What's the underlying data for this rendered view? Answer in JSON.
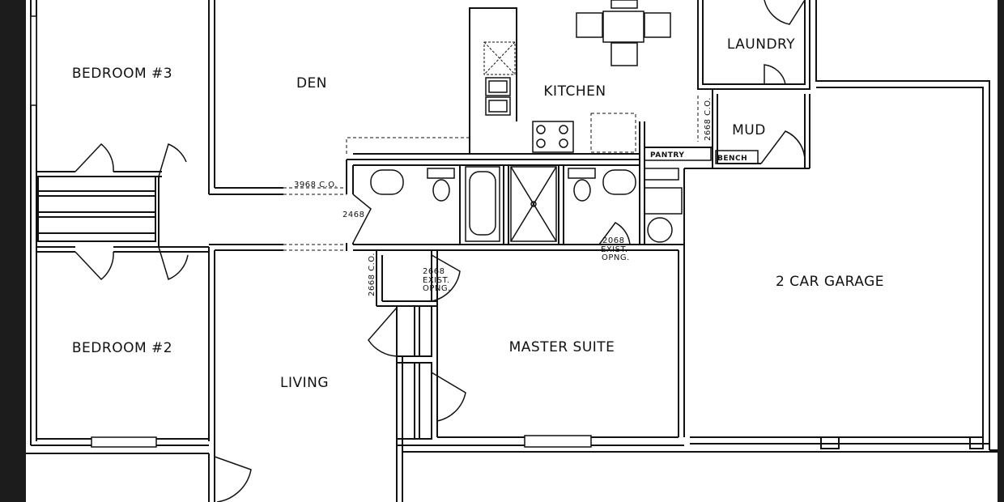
{
  "colors": {
    "frame": "#1c1c1c",
    "paper": "#ffffff",
    "line": "#111111"
  },
  "rooms": {
    "bedroom3": "BEDROOM #3",
    "den": "DEN",
    "kitchen": "KITCHEN",
    "laundry": "LAUNDRY",
    "mud": "MUD",
    "pantry": "PANTRY",
    "bench": "BENCH",
    "bedroom2": "BEDROOM #2",
    "living": "LIVING",
    "master_suite": "MASTER SUITE",
    "garage": "2 CAR GARAGE"
  },
  "openings": {
    "den_cased_opening": "3968 C.O.",
    "hall_door": "2468",
    "hall_cased_opening": "2668 C.O.",
    "mud_cased_opening": "2668 C.O.",
    "master_existing_line1": "2668",
    "master_existing_line2": "EXIST.",
    "master_existing_line3": "OPNG.",
    "bath_existing_line1": "2068",
    "bath_existing_line2": "EXIST.",
    "bath_existing_line3": "OPNG."
  }
}
